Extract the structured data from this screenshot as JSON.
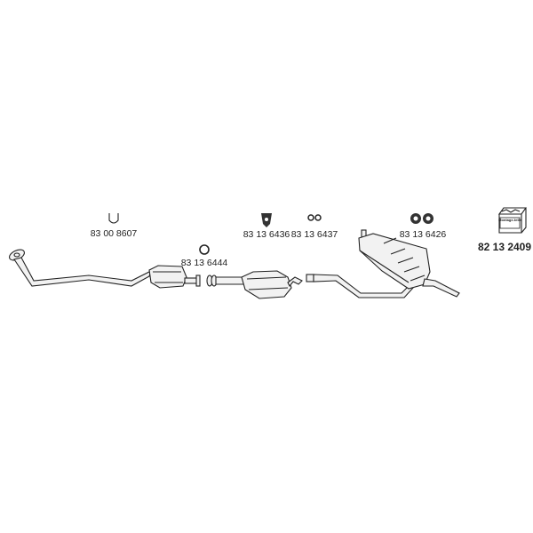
{
  "parts": [
    {
      "part_number": "83 00 8607",
      "icon": "u-clamp-icon"
    },
    {
      "part_number": "83 13 6444",
      "icon": "gasket-ring-icon"
    },
    {
      "part_number": "83 13 6436",
      "icon": "rubber-hanger-icon"
    },
    {
      "part_number": "83 13 6437",
      "icon": "rubber-ring-icon"
    },
    {
      "part_number": "83 13 6426",
      "icon": "rubber-mount-pair-icon"
    },
    {
      "part_number": "82 13 2409",
      "icon": "mounting-kit-box-icon"
    }
  ],
  "kit_box_text": "Montage-teile"
}
